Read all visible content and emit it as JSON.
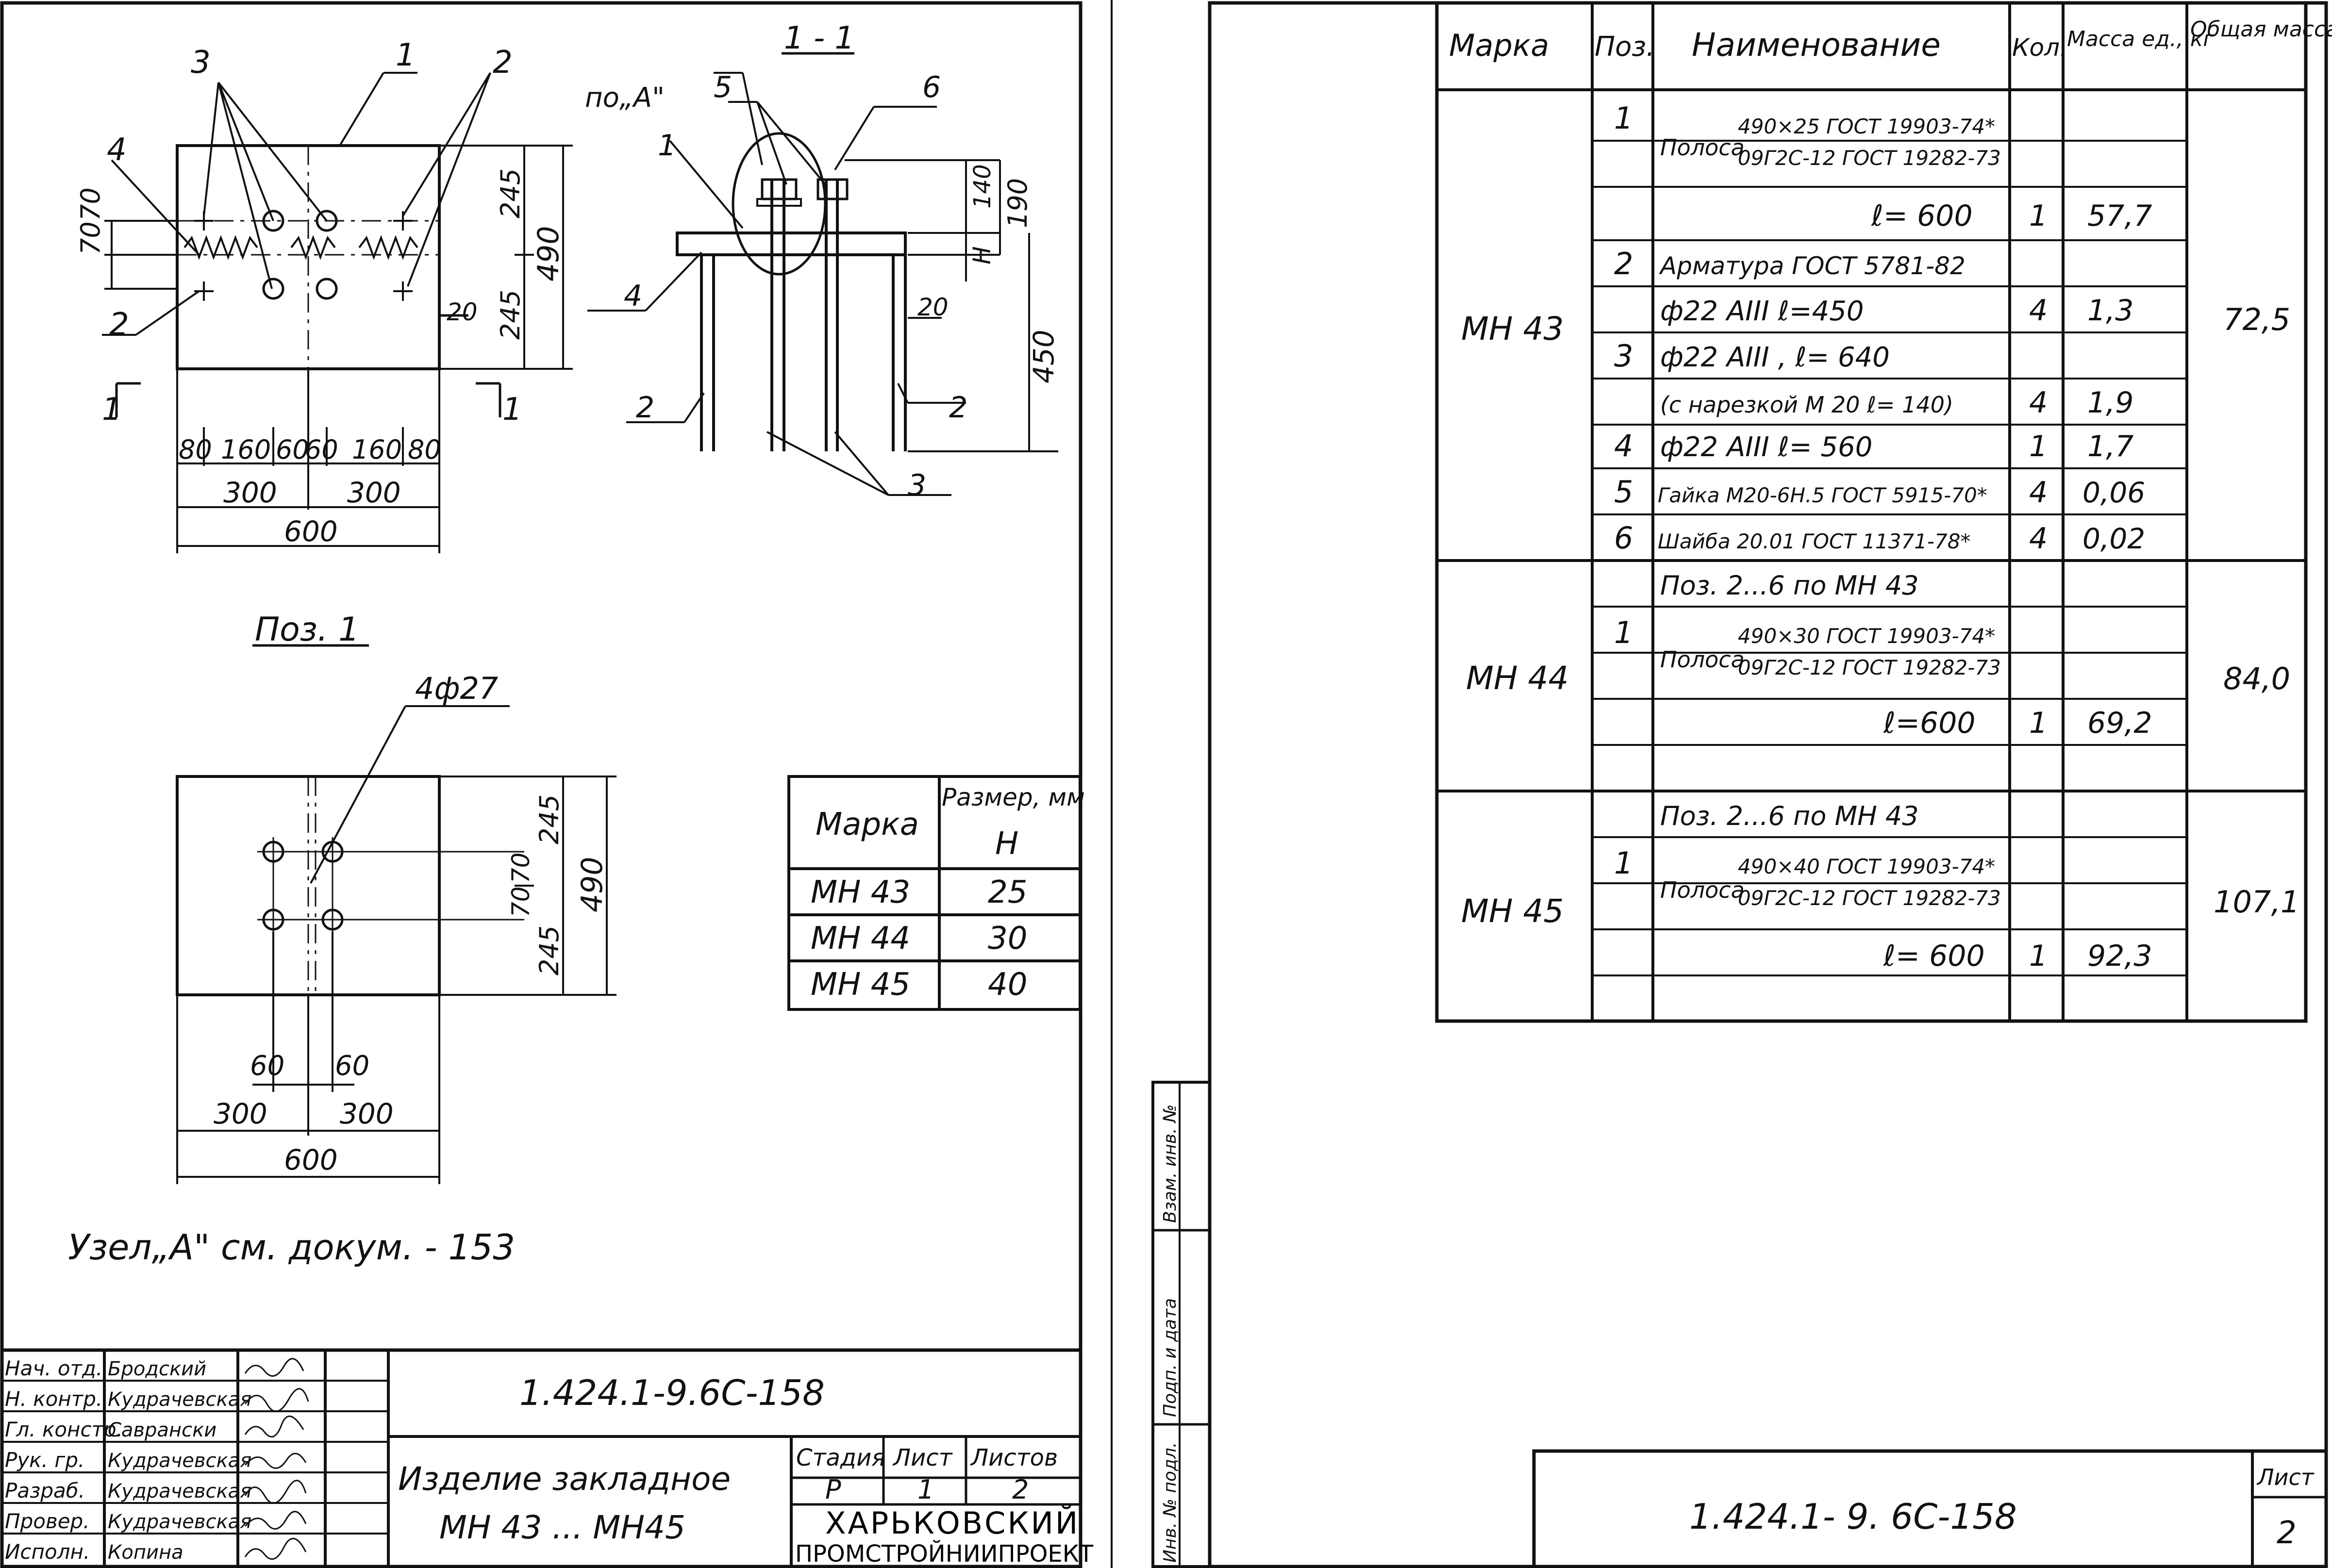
{
  "left_sheet": {
    "views": {
      "plan_callouts": [
        "3",
        "1",
        "2",
        "4",
        "2"
      ],
      "plan_dims": {
        "top_gap": "70",
        "second_gap": "70",
        "upper_half": "245",
        "lower_half": "245",
        "total_height": "490",
        "edge": "20",
        "bottom_row": [
          "80",
          "160",
          "60",
          "60",
          "160",
          "80"
        ],
        "halves": [
          "300",
          "300"
        ],
        "total_width": "600"
      },
      "section_marks": [
        "1",
        "1"
      ],
      "section_title": "1 - 1",
      "section_callouts": {
        "view_a": "по„A\"",
        "pos5": "5",
        "pos6": "6",
        "pos1": "1",
        "pos4": "4",
        "pos2_left": "2",
        "pos2_right": "2",
        "pos3": "3"
      },
      "section_dims": {
        "top": "140",
        "right_upper": "190",
        "h": "H",
        "edge": "20",
        "height": "450"
      },
      "pos1_title": "Поз. 1",
      "pos1_holes": "4ф27",
      "pos1_dims": {
        "gaps": [
          "70",
          "70"
        ],
        "upper": "245",
        "lower": "245",
        "total_height": "490",
        "small": [
          "60",
          "60"
        ],
        "halves": [
          "300",
          "300"
        ],
        "total_width": "600"
      },
      "node_note": "Узел„A\" см. докум. - 153"
    },
    "size_table": {
      "headers": [
        "Марка",
        "Размер, мм",
        "H"
      ],
      "rows": [
        [
          "МН 43",
          "25"
        ],
        [
          "МН 44",
          "30"
        ],
        [
          "МН 45",
          "40"
        ]
      ]
    },
    "stamp": {
      "roles": [
        "Нач. отд.",
        "Н. контр.",
        "Гл. констр.",
        "Рук. гр.",
        "Разраб.",
        "Провер.",
        "Исполн."
      ],
      "names": [
        "Бродский",
        "Кудрачевская",
        "Саврански",
        "Кудрачевская",
        "Кудрачевская",
        "Кудрачевская",
        "Копина"
      ],
      "doc_code": "1.424.1-9.6С-158",
      "title_line1": "Изделие закладное",
      "title_line2": "МН 43 ... МН45",
      "stage_headers": [
        "Стадия",
        "Лист",
        "Листов"
      ],
      "stage_values": [
        "Р",
        "1",
        "2"
      ],
      "org_line1": "ХАРЬКОВСКИЙ",
      "org_line2": "ПРОМСТРОЙНИИПРОЕКТ"
    }
  },
  "right_sheet": {
    "spec_headers": [
      "Марка",
      "Поз.",
      "Наименование",
      "Кол.",
      "Масса ед., кг",
      "Общая масса, кг"
    ],
    "groups": [
      {
        "mark": "МН 43",
        "total": "72,5",
        "rows": [
          {
            "pos": "1",
            "name_top": "490×25 ГОСТ 19903-74*",
            "name_prefix": "Полоса",
            "name_bottom": "09Г2С-12 ГОСТ 19282-73",
            "qty": "",
            "mass": ""
          },
          {
            "pos": "",
            "name": "ℓ= 600",
            "qty": "1",
            "mass": "57,7"
          },
          {
            "pos": "2",
            "name": "Арматура ГОСТ 5781-82",
            "qty": "",
            "mass": ""
          },
          {
            "pos": "",
            "name": "ф22 AIII     ℓ=450",
            "qty": "4",
            "mass": "1,3"
          },
          {
            "pos": "3",
            "name": "ф22 AIII ,  ℓ= 640",
            "qty": "",
            "mass": ""
          },
          {
            "pos": "",
            "name": "(с нарезкой М 20  ℓ= 140)",
            "qty": "4",
            "mass": "1,9"
          },
          {
            "pos": "4",
            "name": "ф22 AIII     ℓ= 560",
            "qty": "1",
            "mass": "1,7"
          },
          {
            "pos": "5",
            "name": "Гайка М20-6Н.5 ГОСТ 5915-70*",
            "qty": "4",
            "mass": "0,06"
          },
          {
            "pos": "6",
            "name": "Шайба 20.01 ГОСТ 11371-78*",
            "qty": "4",
            "mass": "0,02"
          }
        ]
      },
      {
        "mark": "МН 44",
        "total": "84,0",
        "rows": [
          {
            "pos": "",
            "name": "Поз. 2...6  по  МН 43",
            "qty": "",
            "mass": ""
          },
          {
            "pos": "1",
            "name_top": "490×30 ГОСТ 19903-74*",
            "name_prefix": "Полоса",
            "name_bottom": "09Г2С-12 ГОСТ 19282-73",
            "qty": "",
            "mass": ""
          },
          {
            "pos": "",
            "name": "ℓ=600",
            "qty": "1",
            "mass": "69,2"
          }
        ]
      },
      {
        "mark": "МН 45",
        "total": "107,1",
        "rows": [
          {
            "pos": "",
            "name": "Поз. 2...6  по  МН 43",
            "qty": "",
            "mass": ""
          },
          {
            "pos": "1",
            "name_top": "490×40 ГОСТ 19903-74*",
            "name_prefix": "Полоса",
            "name_bottom": "09Г2С-12 ГОСТ 19282-73",
            "qty": "",
            "mass": ""
          },
          {
            "pos": "",
            "name": "ℓ= 600",
            "qty": "1",
            "mass": "92,3"
          }
        ]
      }
    ],
    "side_stamp": [
      "Инв. № подл.",
      "Подп. и дата",
      "Взам. инв. №"
    ],
    "doc_code": "1.424.1- 9. 6С-158",
    "sheet_label": "Лист",
    "sheet_no": "2"
  }
}
